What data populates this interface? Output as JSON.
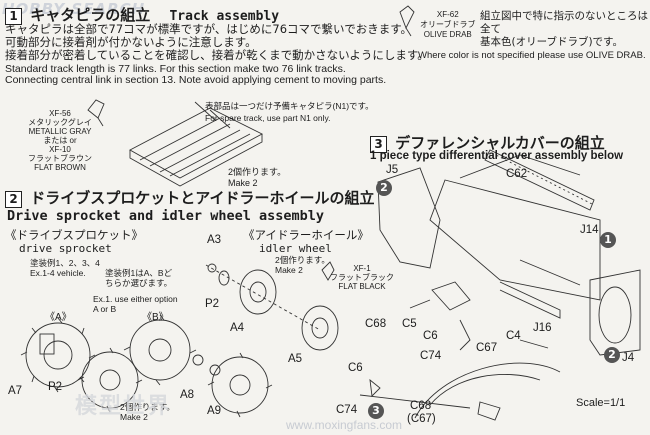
{
  "watermark_top": "HOBBY SEARCH",
  "watermark_bottom": "模型世界",
  "watermark_url": "www.moxingfans.com",
  "section1": {
    "number": "1",
    "title_jp": "キャタピラの組立",
    "title_en": "Track assembly",
    "body_jp": [
      "キャタピラは全部で77コマが標準ですが、はじめに76コマで繋いでおきます。",
      "可動部分に接着剤が付かないように注意します。",
      "接着部分が密着していることを確認し、接着が乾くまで動かさないようにします。"
    ],
    "body_en": [
      "Standard track length is 77 links. For this section make two 76 link tracks.",
      "Connecting central link in section 13. Note avoid applying cement to moving parts."
    ],
    "paint_label": [
      "XF-56",
      "メタリックグレイ",
      "METALLIC GRAY",
      "または or",
      "XF-10",
      "フラットブラウン",
      "FLAT BROWN"
    ],
    "spare_note_jp": "表部品は一つだけ予備キャタピラ(N1)です。",
    "spare_note_en": "For spare track, use part N1 only.",
    "make2_jp": "2個作ります。",
    "make2_en": "Make 2"
  },
  "paint_note": {
    "code": "XF-62",
    "name_jp": "オリーブドラブ",
    "name_en": "OLIVE DRAB",
    "note_jp": [
      "組立図中で特に指示のないところは全て",
      "基本色(オリーブドラブ)です。"
    ],
    "note_en": "Where color is not specified please use OLIVE DRAB."
  },
  "section2": {
    "number": "2",
    "title_jp": "ドライブスプロケットとアイドラーホイールの組立",
    "title_en": "Drive sprocket and idler wheel assembly",
    "sprocket_jp": "《ドライブスプロケット》",
    "sprocket_en": "drive sprocket",
    "idler_jp": "《アイドラーホイール》",
    "idler_en": "idler wheel",
    "idler_make_jp": "2個作ります。",
    "idler_make_en": "Make 2",
    "vehicle_jp": "塗装例1、2、3、4",
    "vehicle_en": "Ex.1-4 vehicle.",
    "option_jp": [
      "塗装例1はA、Bど",
      "ちらか選びます。"
    ],
    "option_en": [
      "Ex.1. use either option",
      "A or B"
    ],
    "option_a": "《A》",
    "option_b": "《B》",
    "flat_black": [
      "XF-1",
      "フラットブラック",
      "FLAT BLACK"
    ],
    "parts": {
      "a3": "A3",
      "p2a": "P2",
      "a4": "A4",
      "a5": "A5",
      "a7": "A7",
      "p2b": "P2",
      "a8": "A8",
      "a9": "A9"
    },
    "make2b_jp": "2個作ります。",
    "make2b_en": "Make 2"
  },
  "section3": {
    "number": "3",
    "title_jp": "デファレンシャルカバーの組立",
    "title_en": "1 piece type differential cover assembly below",
    "parts": {
      "j5": "J5",
      "c62": "C62",
      "j14": "J14",
      "c68": "C68",
      "c5": "C5",
      "c6": "C6",
      "c4": "C4",
      "j16": "J16",
      "c74": "C74",
      "c67": "C67",
      "j4": "J4"
    },
    "markers": {
      "m2a": "2",
      "m1": "1",
      "m2b": "2",
      "m3": "3"
    },
    "detail": {
      "c6": "C6",
      "c74": "C74",
      "c68": "C68",
      "c67": "(C67)"
    },
    "scale": "Scale=1/1"
  }
}
